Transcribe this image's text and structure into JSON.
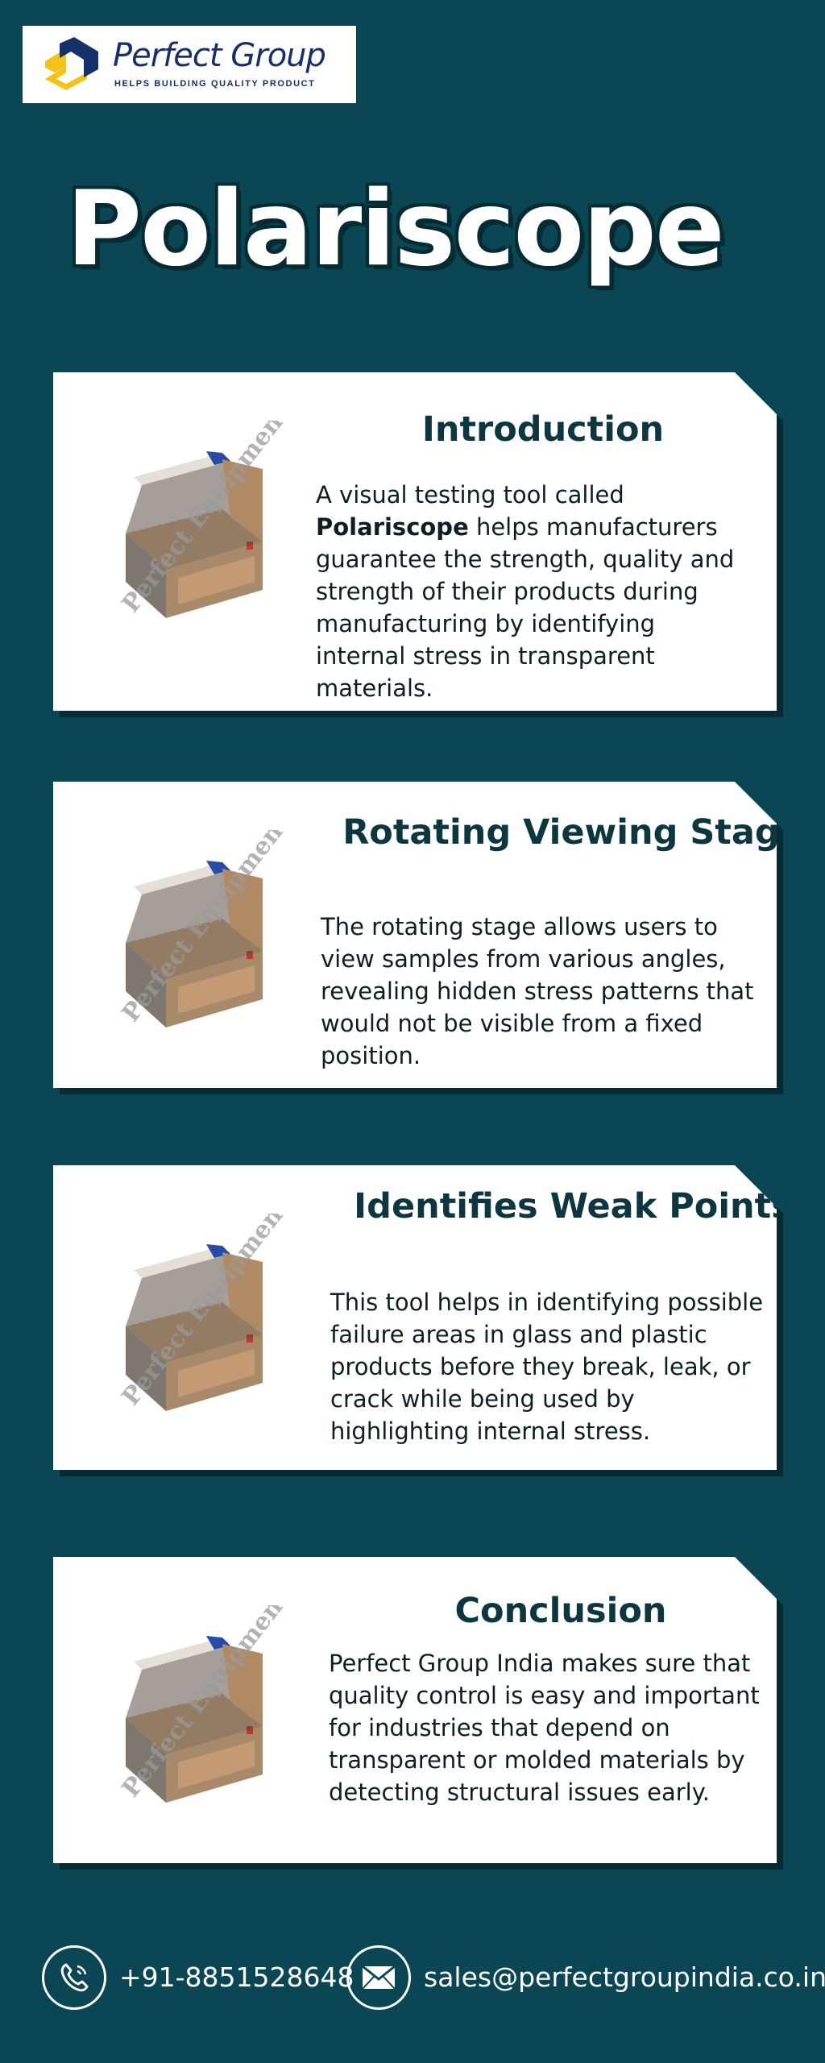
{
  "logo": {
    "brand": "Perfect Group",
    "tagline": "HELPS BUILDING QUALITY PRODUCT",
    "colors": {
      "blue": "#16306a",
      "yellow": "#f3c31c"
    }
  },
  "title": "Polariscope",
  "colors": {
    "background": "#0b4654",
    "card": "#ffffff",
    "heading": "#0d3640"
  },
  "cards": [
    {
      "heading": "Introduction",
      "body_before": "A visual testing tool called ",
      "body_bold": "Polariscope",
      "body_after": " helps manufacturers guarantee the strength, quality and strength of their products during manufacturing by identifying internal stress in transparent materials.",
      "image_icon": "polariscope-device-image",
      "watermark": "Perfect Equipments"
    },
    {
      "heading": "Rotating Viewing Stage",
      "body": "The rotating stage allows users to view samples from various angles, revealing hidden stress patterns that would not be visible from a fixed position.",
      "image_icon": "polariscope-device-image",
      "watermark": "Perfect Equipments"
    },
    {
      "heading": "Identifies Weak Points",
      "body": "This tool helps in identifying possible failure areas in glass and plastic products before they break, leak, or crack while being used by highlighting internal stress.",
      "image_icon": "polariscope-device-image",
      "watermark": "Perfect Equipments"
    },
    {
      "heading": "Conclusion",
      "body": "Perfect Group India makes sure that quality control is easy and important for industries that depend on transparent or molded materials by detecting structural issues early.",
      "image_icon": "polariscope-device-image",
      "watermark": "Perfect Equipments"
    }
  ],
  "contact": {
    "phone": "+91-8851528648",
    "phone_icon": "phone-icon",
    "email": "sales@perfectgroupindia.co.in",
    "email_icon": "envelope-icon"
  }
}
